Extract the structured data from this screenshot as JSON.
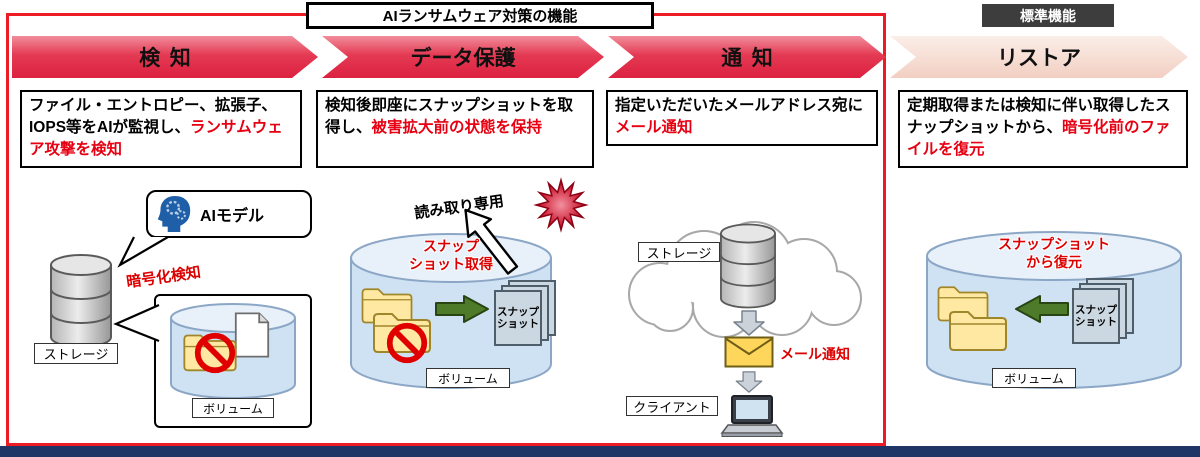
{
  "header": {
    "ai_section_title": "AIランサムウェア対策の機能",
    "standard_section_title": "標準機能"
  },
  "stages": [
    {
      "label": "検知",
      "desc_black": "ファイル・エントロピー、拡張子、IOPS等をAIが監視し、",
      "desc_red": "ランサムウェア攻撃を検知"
    },
    {
      "label": "データ保護",
      "desc_black": "検知後即座にスナップショットを取得し、",
      "desc_red": "被害拡大前の状態を保持"
    },
    {
      "label": "通知",
      "desc_black": "指定いただいたメールアドレス宛に",
      "desc_red": "メール通知"
    },
    {
      "label": "リストア",
      "desc_black": "定期取得または検知に伴い取得したスナップショットから、",
      "desc_red": "暗号化前のファイルを復元"
    }
  ],
  "detection": {
    "storage_label": "ストレージ",
    "ai_model_label": "AIモデル",
    "encryption_detection_label": "暗号化検知",
    "volume_label": "ボリューム"
  },
  "protection": {
    "readonly_label": "読み取り専用",
    "snapshot_action_line1": "スナップ",
    "snapshot_action_line2": "ショット取得",
    "snapshot_stack_line1": "スナップ",
    "snapshot_stack_line2": "ショット",
    "volume_label": "ボリューム"
  },
  "notification": {
    "storage_label": "ストレージ",
    "mail_label": "メール通知",
    "client_label": "クライアント"
  },
  "restore": {
    "restore_action_line1": "スナップショット",
    "restore_action_line2": "から復元",
    "snapshot_stack_line1": "スナップ",
    "snapshot_stack_line2": "ショット",
    "volume_label": "ボリューム"
  },
  "colors": {
    "stage_arrow_red": "#e02845",
    "stage_arrow_pale": "#f6d9ce",
    "highlight_red": "#e60012",
    "frame_red": "#ed1c24",
    "footer_navy": "#1e3566",
    "green_arrow": "#4e7b2a"
  }
}
